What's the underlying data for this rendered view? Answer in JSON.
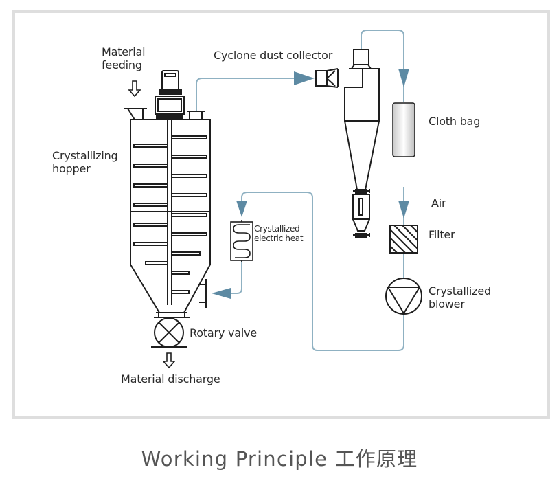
{
  "diagram": {
    "title": "Working Principle 工作原理",
    "colors": {
      "frame": "#dedede",
      "equipment_line": "#1e1e1e",
      "airflow_pipe": "#8fb1c2",
      "airflow_arrow": "#5d8aa3",
      "label_text": "#2a2a2a",
      "caption_text": "#555555"
    },
    "labels": {
      "material_feeding": "Material\nfeeding",
      "cyclone": "Cyclone dust collector",
      "cloth_bag": "Cloth bag",
      "hopper": "Crystallizing\nhopper",
      "air": "Air",
      "filter": "Filter",
      "heater": "Crystallized\nelectric heat",
      "blower": "Crystallized\nblower",
      "rotary_valve": "Rotary valve",
      "material_discharge": "Material discharge"
    },
    "components": [
      {
        "id": "crystallizing-hopper",
        "name": "Crystallizing hopper"
      },
      {
        "id": "agitator-motor",
        "name": "Agitator motor"
      },
      {
        "id": "feed-inlet",
        "name": "Material feeding inlet"
      },
      {
        "id": "rotary-valve",
        "name": "Rotary valve"
      },
      {
        "id": "cyclone-dust-collector",
        "name": "Cyclone dust collector"
      },
      {
        "id": "cloth-bag",
        "name": "Cloth bag"
      },
      {
        "id": "air-filter",
        "name": "Filter"
      },
      {
        "id": "crystallized-blower",
        "name": "Crystallized blower"
      },
      {
        "id": "electric-heater",
        "name": "Crystallized electric heat"
      }
    ],
    "flows": [
      {
        "from": "Air",
        "to": "Filter"
      },
      {
        "from": "Filter",
        "to": "Crystallized blower"
      },
      {
        "from": "Crystallized blower",
        "to": "Crystallized electric heat"
      },
      {
        "from": "Crystallized electric heat",
        "to": "Crystallizing hopper"
      },
      {
        "from": "Crystallizing hopper",
        "to": "Cyclone dust collector"
      },
      {
        "from": "Cyclone dust collector",
        "to": "Cloth bag"
      },
      {
        "from": "Material feeding",
        "to": "Crystallizing hopper"
      },
      {
        "from": "Rotary valve",
        "to": "Material discharge"
      }
    ]
  }
}
